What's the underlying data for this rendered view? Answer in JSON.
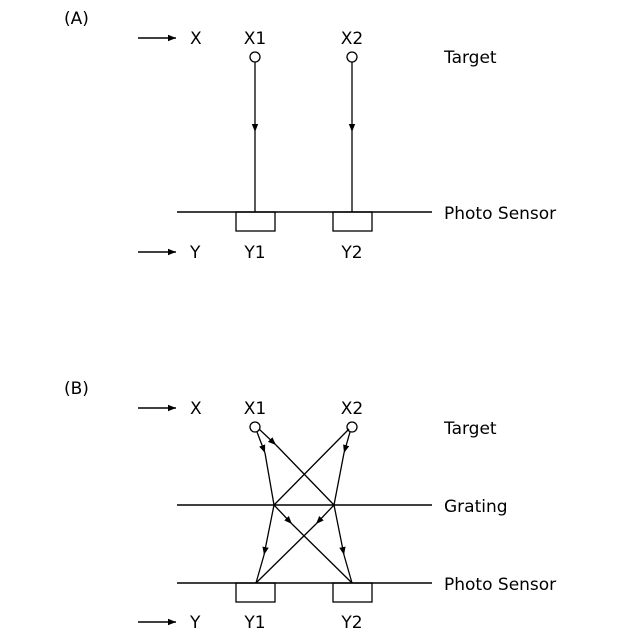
{
  "panel_a": {
    "label": "(A)",
    "x_axis": "X",
    "y_axis": "Y",
    "target_points": [
      "X1",
      "X2"
    ],
    "sensor_cells": [
      "Y1",
      "Y2"
    ],
    "target_label": "Target",
    "sensor_label": "Photo Sensor"
  },
  "panel_b": {
    "label": "(B)",
    "x_axis": "X",
    "y_axis": "Y",
    "target_points": [
      "X1",
      "X2"
    ],
    "sensor_cells": [
      "Y1",
      "Y2"
    ],
    "target_label": "Target",
    "grating_label": "Grating",
    "sensor_label": "Photo Sensor"
  }
}
